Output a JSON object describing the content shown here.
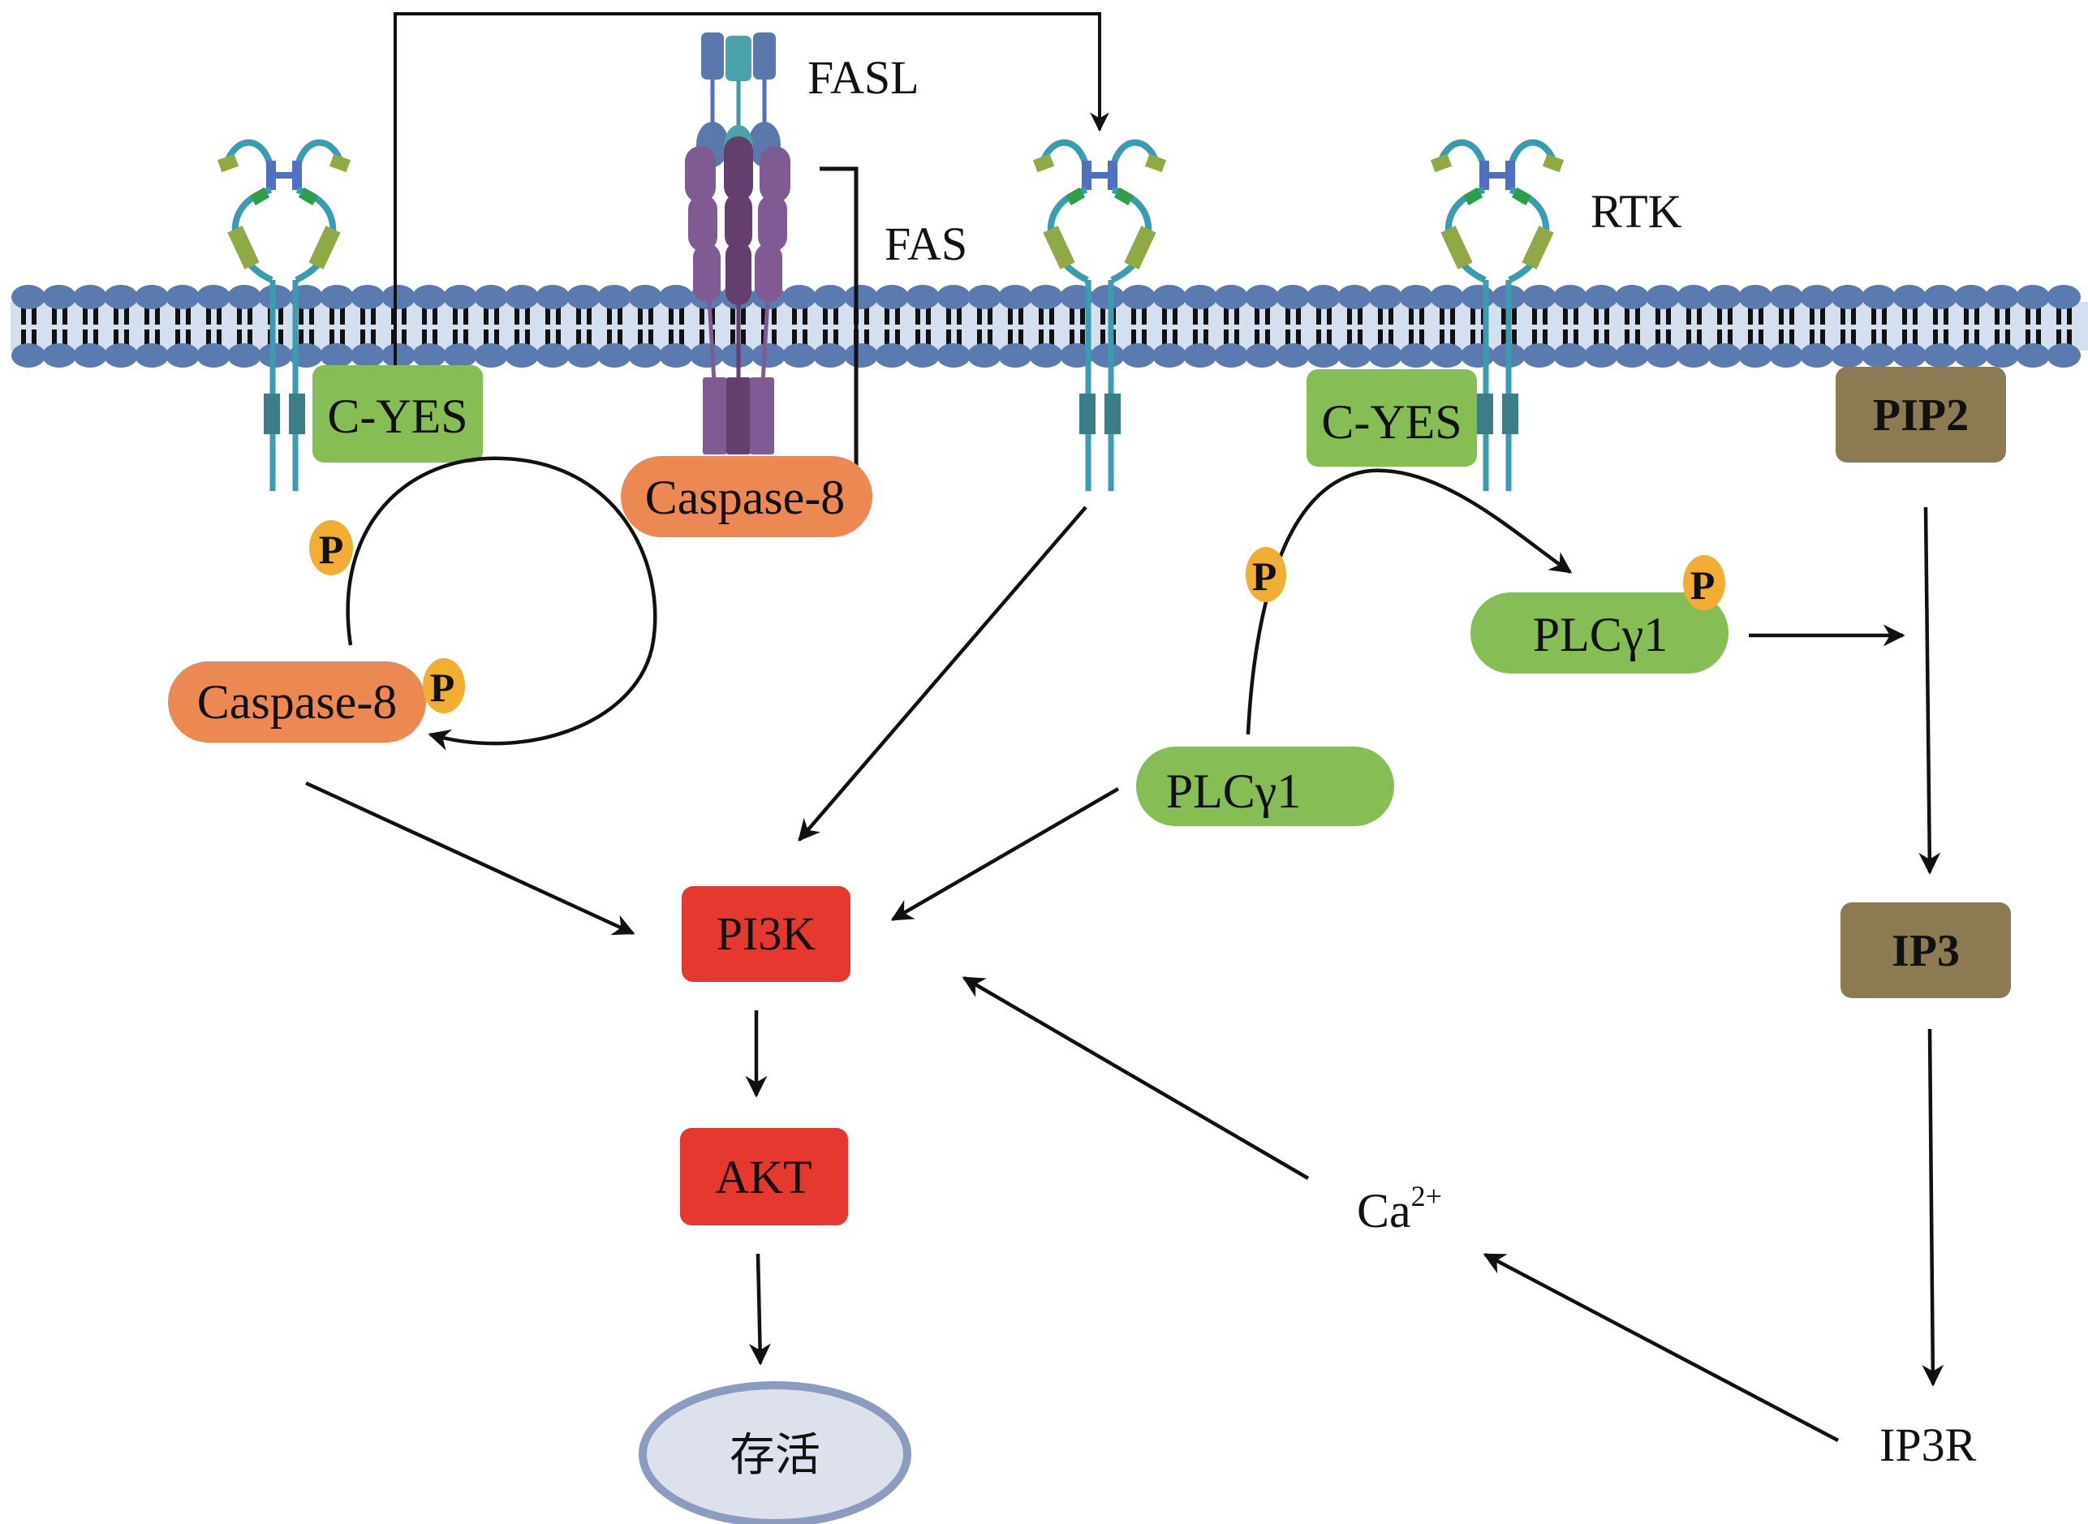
{
  "figure": {
    "labels": {
      "fasl": "FASL",
      "fas": "FAS",
      "rtk": "RTK",
      "ca_base": "Ca",
      "ca_sup": "2+",
      "ip3r": "IP3R"
    },
    "nodes": {
      "c_yes_left": "C-YES",
      "c_yes_right": "C-YES",
      "caspase8_top": "Caspase-8",
      "caspase8_lower": "Caspase-8",
      "pip2": "PIP2",
      "plcg1_phos": "PLCγ1",
      "plcg1": "PLCγ1",
      "pi3k": "PI3K",
      "akt": "AKT",
      "ip3": "IP3",
      "survival": "存活"
    },
    "phospho_badges": [
      "P",
      "P",
      "P",
      "P"
    ],
    "colors": {
      "membrane_head": "#5B7BB0",
      "membrane_tail_bg": "#D4E0F0",
      "membrane_tail": "#111111",
      "receptor_stem": "#3A9CB0",
      "receptor_hinge": "#4F6FC0",
      "receptor_green": "#2E9E4A",
      "receptor_olive": "#8FAA45",
      "receptor_kinase": "#3C7D8A",
      "fasl_blue": "#5A78AC",
      "fasl_teal": "#4AA3A8",
      "fas_purple": "#7F5A93",
      "fas_dark": "#643E6C",
      "c_yes": "#86BD55",
      "caspase8": "#EC8852",
      "pip2_ip3": "#8C7B52",
      "plcg1": "#86BD55",
      "pi3k_akt": "#E5382E",
      "phospho": "#F2AD33",
      "survival_fill": "#DCE1EB",
      "survival_stroke": "#8B9CC0",
      "arrow": "#111111"
    },
    "edges": [
      {
        "from": "C-YES (left)",
        "to": "RTK (middle)"
      },
      {
        "from": "C-YES (left)",
        "to": "Caspase-8 (phosphorylated)"
      },
      {
        "from": "Caspase-8 (phosphorylated)",
        "to": "PI3K"
      },
      {
        "from": "RTK (middle)",
        "to": "PI3K"
      },
      {
        "from": "PLCγ1",
        "to": "PI3K"
      },
      {
        "from": "C-YES (right)",
        "to": "PLCγ1 (phosphorylated)"
      },
      {
        "from": "PLCγ1 (phosphorylated)",
        "to": "PIP2→IP3"
      },
      {
        "from": "PIP2",
        "to": "IP3"
      },
      {
        "from": "IP3",
        "to": "IP3R"
      },
      {
        "from": "IP3R",
        "to": "Ca2+"
      },
      {
        "from": "Ca2+",
        "to": "PI3K"
      },
      {
        "from": "PI3K",
        "to": "AKT"
      },
      {
        "from": "AKT",
        "to": "存活"
      }
    ]
  }
}
